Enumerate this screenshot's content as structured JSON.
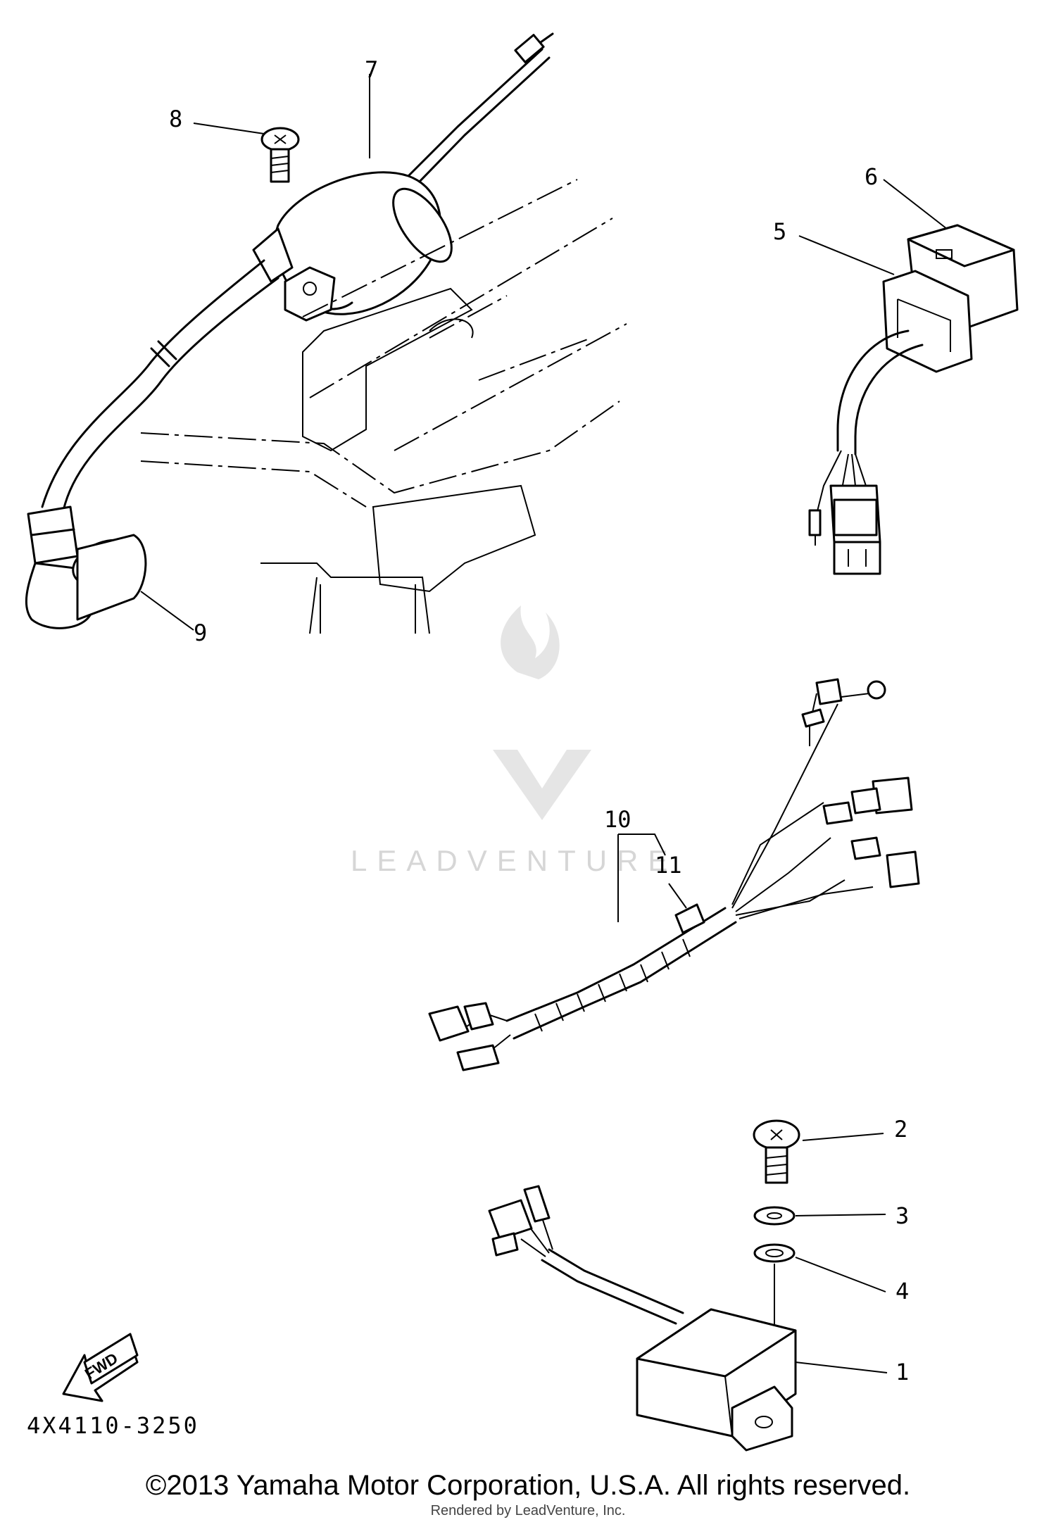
{
  "labels": {
    "p1": "1",
    "p2": "2",
    "p3": "3",
    "p4": "4",
    "p5": "5",
    "p6": "6",
    "p7": "7",
    "p8": "8",
    "p9": "9",
    "p10": "10",
    "p11": "11"
  },
  "diagram_code": "4X4110-3250",
  "fwd_badge": "FWD",
  "watermark": "LEADVENTURE",
  "copyright": "©2013 Yamaha Motor Corporation, U.S.A. All rights reserved.",
  "rendered_by": "Rendered by LeadVenture, Inc.",
  "colors": {
    "ink": "#000000",
    "watermark": "#d6d6d6",
    "background": "#ffffff"
  }
}
